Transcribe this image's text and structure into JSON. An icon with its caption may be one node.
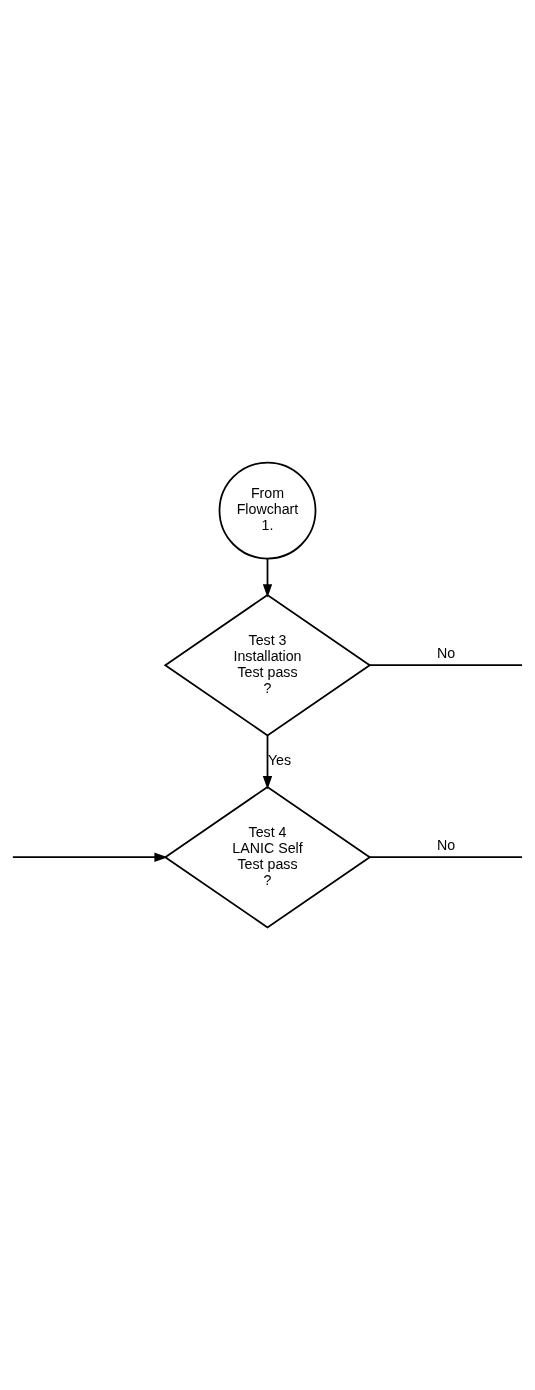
{
  "diagram": {
    "nodes": [
      {
        "text": [
          "From Flowchart 1."
        ]
      },
      {
        "text": [
          "Test 3 Installation Test pass ?"
        ]
      },
      {
        "text": [
          "Test 4 LANIC Self Test pass ?"
        ]
      }
    ],
    "edges": [
      {
        "from": 0,
        "to": 1,
        "arrow": "to"
      },
      {
        "from": 1,
        "to": null,
        "arrow": "none",
        "label": "No"
      },
      {
        "from": 1,
        "to": 2,
        "arrow": "to",
        "label": "Yes"
      },
      {
        "from": 2,
        "to": null,
        "arrow": "none",
        "label": "No"
      },
      {
        "from": null,
        "to": 2,
        "arrow": "to"
      }
    ]
  }
}
